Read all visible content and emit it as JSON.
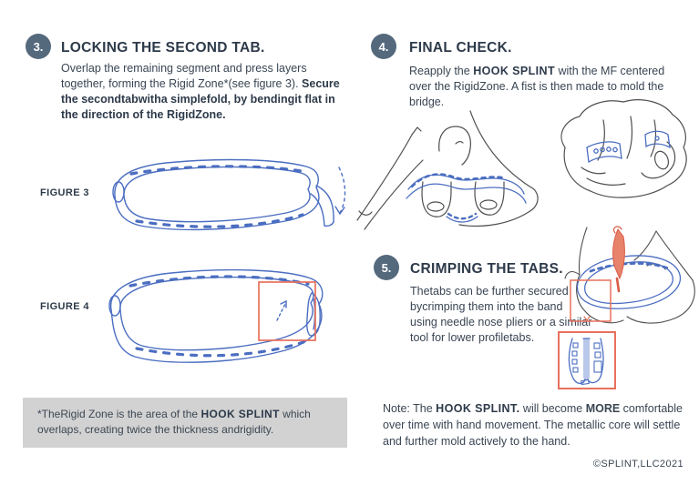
{
  "colors": {
    "step_circle": "#55697d",
    "heading": "#2d3a4a",
    "body_text": "#394553",
    "illustration_blue": "#4b6ec1",
    "highlight_red": "#e8705c",
    "footnote_bg": "#d2d2d2"
  },
  "left": {
    "step3": {
      "number": "3.",
      "title": "LOCKING THE SECOND TAB.",
      "body_normal": "Overlap the remaining segment and press layers together, forming the Rigid Zone*(see figure 3). ",
      "body_bold": "Secure the secondtabwitha simplefold, by bendingit flat in the direction of the RigidZone."
    },
    "figure3_label": "FIGURE 3",
    "figure4_label": "FIGURE 4",
    "footnote": {
      "pre": "*TheRigid Zone is the area of the ",
      "bold": "HOOK SPLINT",
      "post": " which overlaps, creating twice the thickness andrigidity."
    }
  },
  "right": {
    "step4": {
      "number": "4.",
      "title": "FINAL CHECK.",
      "body_pre": "Reapply the ",
      "body_bold": "HOOK SPLINT",
      "body_post": " with the MF centered over the RigidZone. A fist is then made to mold the bridge."
    },
    "step5": {
      "number": "5.",
      "title": "CRIMPING THE TABS.",
      "body": "Thetabs can be further secured bycrimping them into the band using needle nose pliers or a similar tool for lower profiletabs."
    },
    "note": {
      "pre": "Note: The ",
      "bold1": "HOOK SPLINT.",
      "mid": " will become ",
      "bold2": "MORE",
      "post": " comfortable over time with hand movement. The metallic core will settle and further mold actively to the hand."
    },
    "copyright": "©SPLINT,LLC2021"
  }
}
